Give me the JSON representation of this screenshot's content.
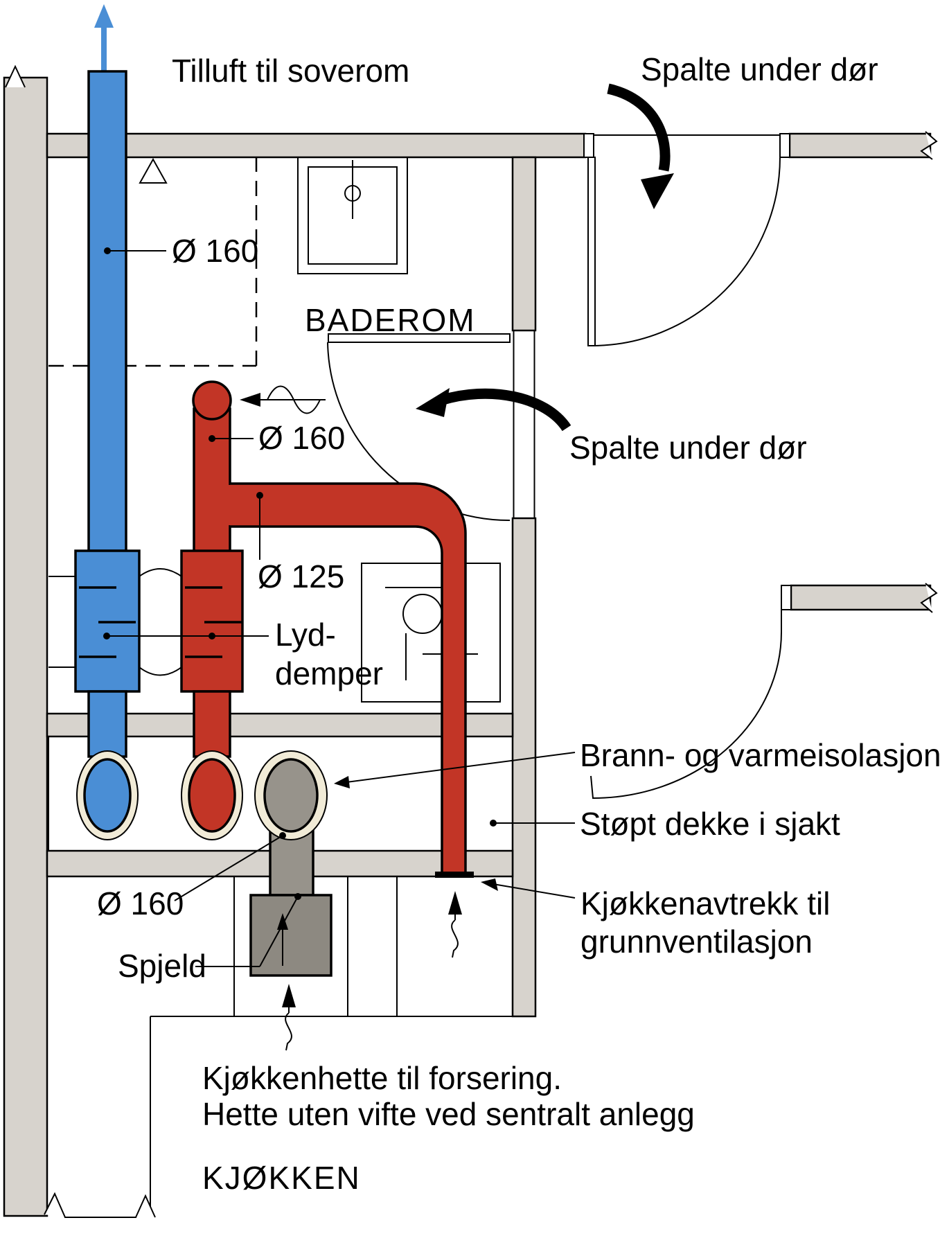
{
  "labels": {
    "tilluft": "Tilluft til soverom",
    "spalte_top": "Spalte under dør",
    "spalte_mid": "Spalte under dør",
    "baderom": "BADEROM",
    "d160_supply": "Ø 160",
    "d160_exhaust": "Ø 160",
    "d125": "Ø 125",
    "lyd_line1": "Lyd-",
    "lyd_line2": "demper",
    "brann": "Brann- og varmeisolasjon",
    "stopt": "Støpt dekke i sjakt",
    "kjokkenavtrekk_line1": "Kjøkkenavtrekk til",
    "kjokkenavtrekk_line2": "grunnventilasjon",
    "d160_kitchen": "Ø 160",
    "spjeld": "Spjeld",
    "hette_line1": "Kjøkkenhette til forsering.",
    "hette_line2": "Hette uten vifte ved sentralt anlegg",
    "kjokken": "KJØKKEN"
  },
  "colors": {
    "supply_blue": "#4a8ed5",
    "exhaust_red": "#c23526",
    "wall_gray": "#d7d3cd",
    "duct_gray": "#97938b",
    "hood_gray": "#8d8981",
    "ring_cream": "#f1ebd7"
  }
}
